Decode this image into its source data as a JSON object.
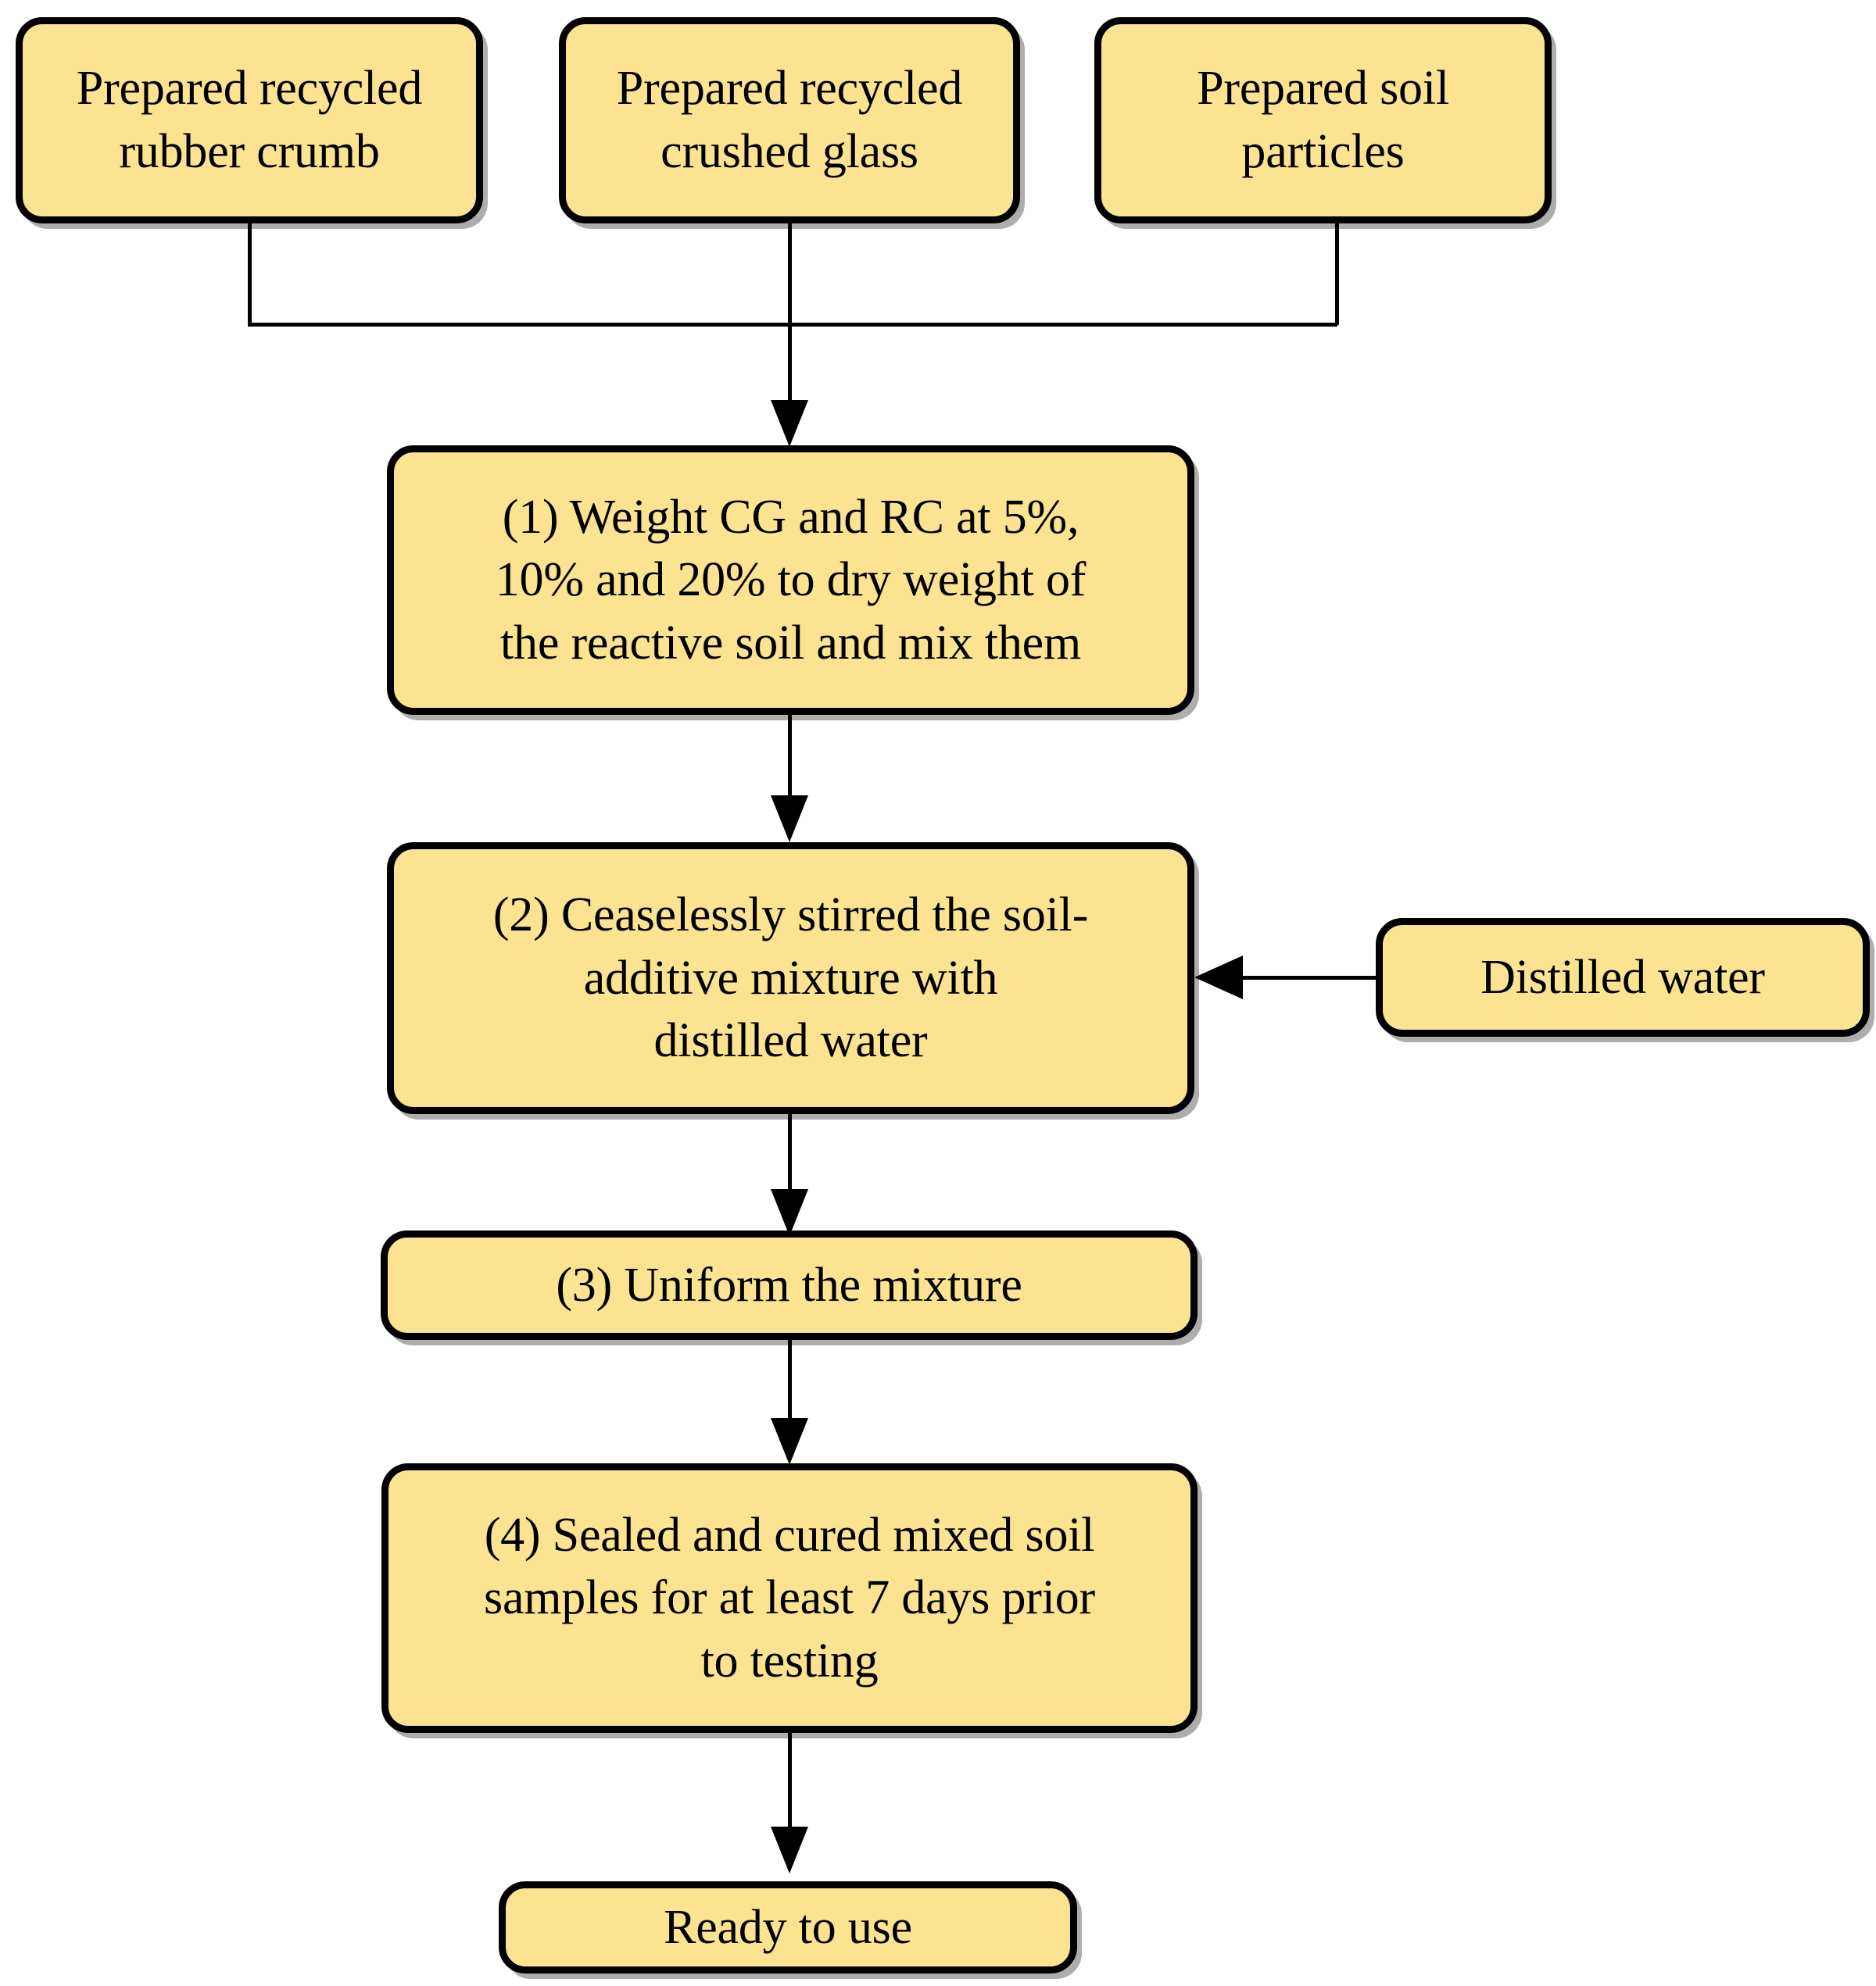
{
  "diagram": {
    "title": "Soil additive mixture preparation flowchart",
    "colors": {
      "node_fill": "#fbe391",
      "node_border": "#000000",
      "connector": "#000000",
      "background": "#ffffff"
    },
    "sources": [
      {
        "id": "rubber-crumb",
        "label": "Prepared recycled\nrubber crumb"
      },
      {
        "id": "crushed-glass",
        "label": "Prepared recycled\ncrushed glass"
      },
      {
        "id": "soil-particles",
        "label": "Prepared soil\nparticles"
      }
    ],
    "steps": [
      {
        "id": "step-1",
        "number": "(1)",
        "label": "(1) Weight CG and RC at 5%,\n10% and 20% to dry weight of\nthe reactive soil and mix them"
      },
      {
        "id": "step-2",
        "number": "(2)",
        "label": "(2) Ceaselessly stirred the soil-\nadditive mixture with\ndistilled water"
      },
      {
        "id": "step-3",
        "number": "(3)",
        "label": "(3) Uniform the mixture"
      },
      {
        "id": "step-4",
        "number": "(4)",
        "label": "(4) Sealed and cured mixed soil\nsamples for at least 7 days prior\nto testing"
      }
    ],
    "inputs": [
      {
        "id": "distilled-water",
        "label": "Distilled water"
      }
    ],
    "terminal": {
      "id": "ready-to-use",
      "label": "Ready to use"
    },
    "connectors": [
      {
        "id": "merge-to-step-1",
        "from": [
          "rubber-crumb",
          "crushed-glass",
          "soil-particles"
        ],
        "to": "step-1",
        "kind": "merge-arrow-down"
      },
      {
        "id": "step-1-to-step-2",
        "from": "step-1",
        "to": "step-2",
        "kind": "arrow-down"
      },
      {
        "id": "water-to-step-2",
        "from": "distilled-water",
        "to": "step-2",
        "kind": "arrow-left"
      },
      {
        "id": "step-2-to-step-3",
        "from": "step-2",
        "to": "step-3",
        "kind": "arrow-down"
      },
      {
        "id": "step-3-to-step-4",
        "from": "step-3",
        "to": "step-4",
        "kind": "arrow-down"
      },
      {
        "id": "step-4-to-ready",
        "from": "step-4",
        "to": "ready-to-use",
        "kind": "arrow-down"
      }
    ]
  }
}
